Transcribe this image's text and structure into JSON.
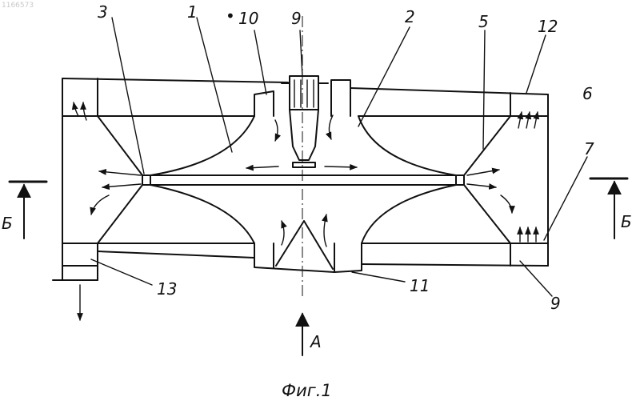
{
  "document_number": "1166573",
  "caption": "Фиг.1",
  "labels": {
    "l1": "1",
    "l2": "2",
    "l3": "3",
    "l5": "5",
    "l6": "6",
    "l7": "7",
    "l9a": "9",
    "l9b": "9",
    "l10": "10",
    "l11": "11",
    "l12": "12",
    "l13": "13",
    "section_left": "Б",
    "section_right": "Б",
    "view_a": "А"
  }
}
